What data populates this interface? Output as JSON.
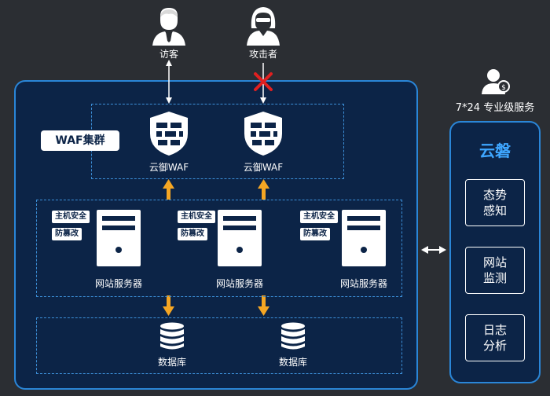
{
  "top": {
    "visitor_label": "访客",
    "attacker_label": "攻击者",
    "service_label": "7*24 专业级服务"
  },
  "main": {
    "cluster_label": "WAF集群",
    "waf_nodes": [
      {
        "label": "云御WAF"
      },
      {
        "label": "云御WAF"
      }
    ],
    "servers": [
      {
        "label": "网站服务器",
        "tags": [
          "主机安全",
          "防篡改"
        ]
      },
      {
        "label": "网站服务器",
        "tags": [
          "主机安全",
          "防篡改"
        ]
      },
      {
        "label": "网站服务器",
        "tags": [
          "主机安全",
          "防篡改"
        ]
      }
    ],
    "databases": [
      {
        "label": "数据库"
      },
      {
        "label": "数据库"
      }
    ]
  },
  "side": {
    "title": "云磐",
    "items": [
      {
        "label": "态势\n感知"
      },
      {
        "label": "网站\n监测"
      },
      {
        "label": "日志\n分析"
      }
    ]
  },
  "colors": {
    "panel_bg": "#0c2447",
    "panel_border": "#2a86d8",
    "arrow_up_down": "#f5a623",
    "block_cross": "#e02020",
    "side_title": "#3ea6ff"
  }
}
